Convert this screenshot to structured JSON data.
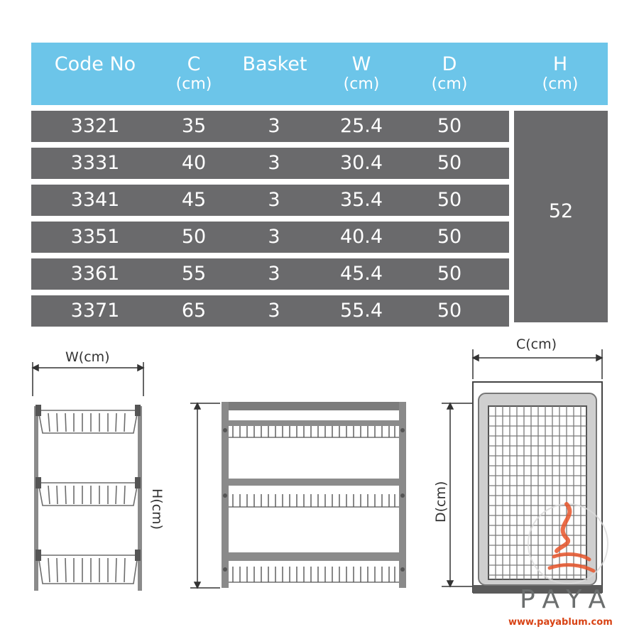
{
  "table": {
    "headers": [
      {
        "label": "Code No",
        "unit": ""
      },
      {
        "label": "C",
        "unit": "(cm)"
      },
      {
        "label": "Basket",
        "unit": ""
      },
      {
        "label": "W",
        "unit": "(cm)"
      },
      {
        "label": "D",
        "unit": "(cm)"
      },
      {
        "label": "H",
        "unit": "(cm)"
      }
    ],
    "rows": [
      {
        "code": "3321",
        "c": "35",
        "basket": "3",
        "w": "25.4",
        "d": "50"
      },
      {
        "code": "3331",
        "c": "40",
        "basket": "3",
        "w": "30.4",
        "d": "50"
      },
      {
        "code": "3341",
        "c": "45",
        "basket": "3",
        "w": "35.4",
        "d": "50"
      },
      {
        "code": "3351",
        "c": "50",
        "basket": "3",
        "w": "40.4",
        "d": "50"
      },
      {
        "code": "3361",
        "c": "55",
        "basket": "3",
        "w": "45.4",
        "d": "50"
      },
      {
        "code": "3371",
        "c": "65",
        "basket": "3",
        "w": "55.4",
        "d": "50"
      }
    ],
    "h_value": "52"
  },
  "diagrams": {
    "w_label": "W(cm)",
    "h_label": "H(cm)",
    "c_label": "C(cm)",
    "d_label": "D(cm)"
  },
  "watermark": {
    "brand": "PAYA",
    "url": "www.payablum.com"
  },
  "colors": {
    "header_bg": "#6cc5e9",
    "row_bg": "#6a6a6c",
    "brand_orange": "#e8552a"
  }
}
